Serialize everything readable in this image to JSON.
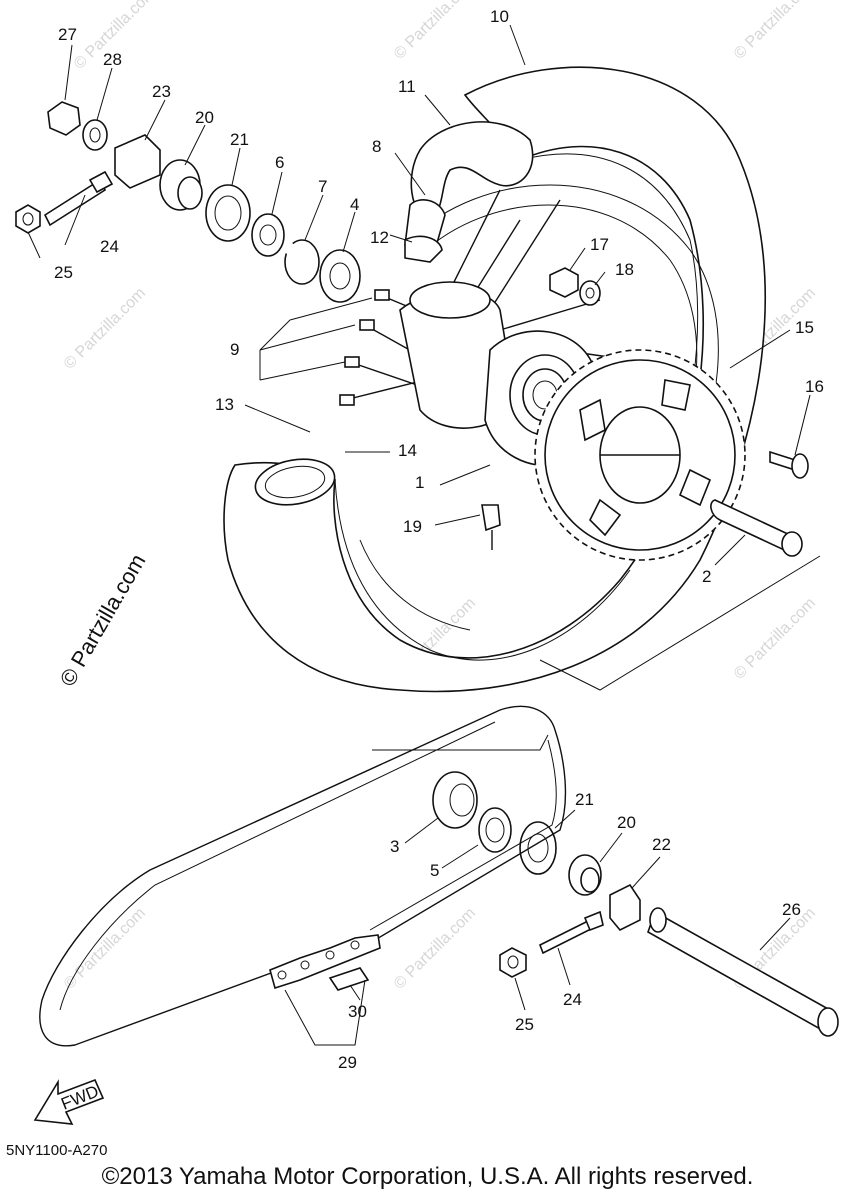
{
  "diagram_code": "5NY1100-A270",
  "copyright": "©2013 Yamaha Motor Corporation, U.S.A. All rights reserved.",
  "watermark": "© Partzilla.com",
  "fwd_label": "FWD",
  "callouts": {
    "c1": "1",
    "c2": "2",
    "c3": "3",
    "c4": "4",
    "c5": "5",
    "c6": "6",
    "c7": "7",
    "c8": "8",
    "c9": "9",
    "c10": "10",
    "c11": "11",
    "c12": "12",
    "c13": "13",
    "c14": "14",
    "c15": "15",
    "c16": "16",
    "c17": "17",
    "c18": "18",
    "c19": "19",
    "c20a": "20",
    "c20b": "20",
    "c21a": "21",
    "c21b": "21",
    "c22": "22",
    "c23": "23",
    "c24a": "24",
    "c24b": "24",
    "c25a": "25",
    "c25b": "25",
    "c26": "26",
    "c27": "27",
    "c28": "28",
    "c29": "29",
    "c30": "30"
  }
}
